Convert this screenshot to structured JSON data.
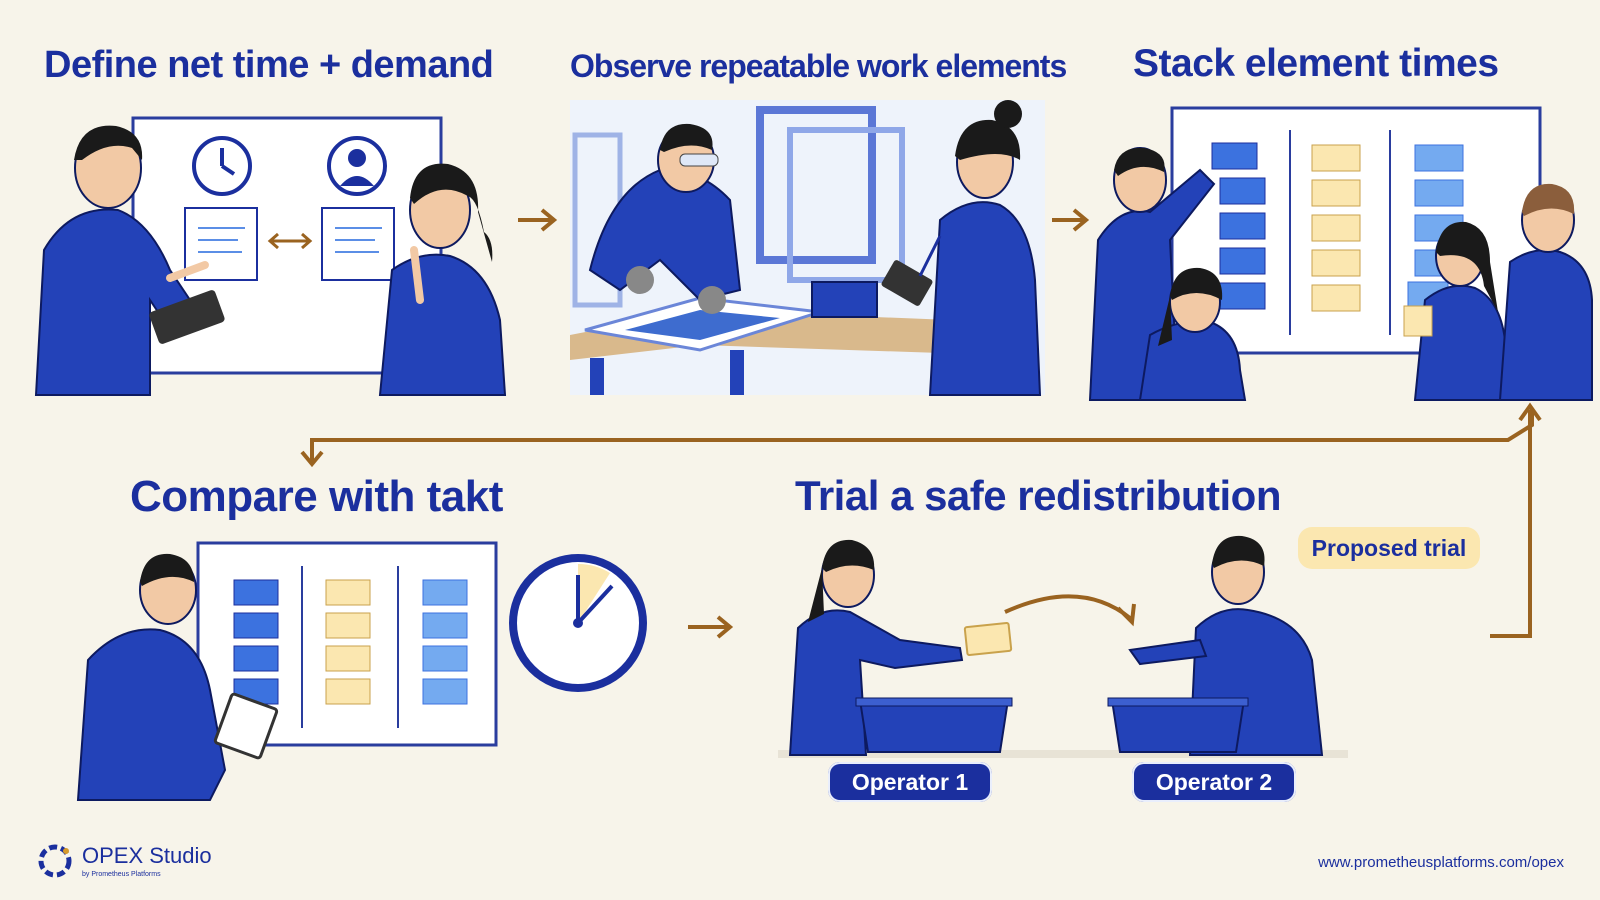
{
  "steps": {
    "define": "Define net time + demand",
    "observe": "Observe repeatable work elements",
    "stack": "Stack element times",
    "compare": "Compare with takt",
    "trial": "Trial a safe redistribution"
  },
  "badge": "Proposed trial",
  "operators": [
    "Operator 1",
    "Operator 2"
  ],
  "footer": {
    "brand": "OPEX Studio",
    "brand_sub": "by Prometheus Platforms",
    "url": "www.prometheusplatforms.com/opex"
  },
  "colors": {
    "title": "#1b2f9e",
    "uniform": "#2342b8",
    "arrow": "#9a6320",
    "note_yellow": "#fbe7b0",
    "note_blue": "#74aaf0",
    "background": "#f7f4ea"
  }
}
